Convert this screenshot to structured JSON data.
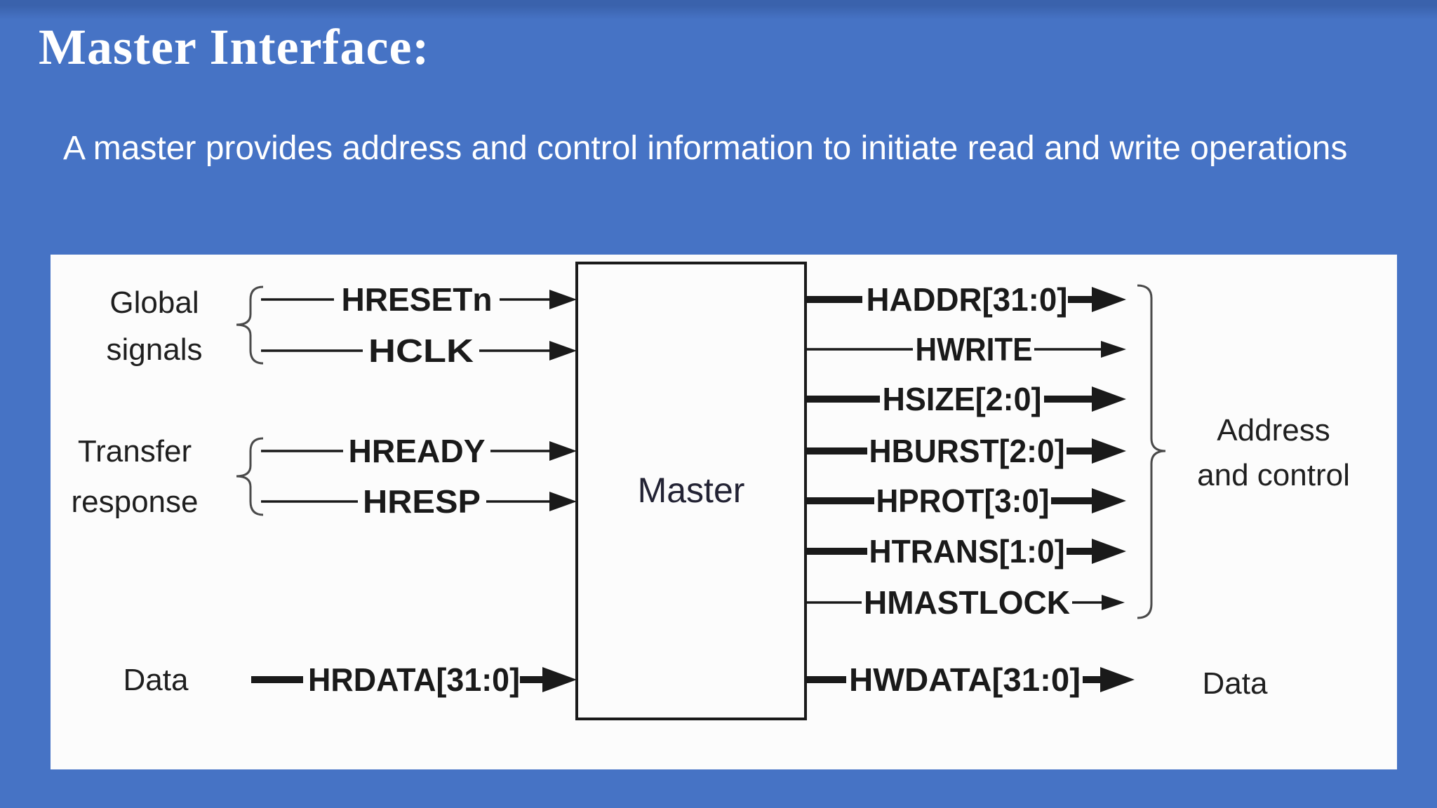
{
  "slide": {
    "title": "Master Interface:",
    "body": "A master provides address and control information to initiate read and write operations"
  },
  "diagram": {
    "box_label": "Master",
    "group_labels": {
      "global_line1": "Global",
      "global_line2": "signals",
      "transfer_line1": "Transfer",
      "transfer_line2": "response",
      "data_left": "Data",
      "address_line1": "Address",
      "address_line2": "and control",
      "data_right": "Data"
    },
    "left_signals": [
      {
        "name": "HRESETn",
        "bus": false
      },
      {
        "name": "HCLK",
        "bus": false
      },
      {
        "name": "HREADY",
        "bus": false
      },
      {
        "name": "HRESP",
        "bus": false
      },
      {
        "name": "HRDATA[31:0]",
        "bus": true
      }
    ],
    "right_signals": [
      {
        "name": "HADDR[31:0]",
        "bus": true
      },
      {
        "name": "HWRITE",
        "bus": false
      },
      {
        "name": "HSIZE[2:0]",
        "bus": true
      },
      {
        "name": "HBURST[2:0]",
        "bus": true
      },
      {
        "name": "HPROT[3:0]",
        "bus": true
      },
      {
        "name": "HTRANS[1:0]",
        "bus": true
      },
      {
        "name": "HMASTLOCK",
        "bus": false
      },
      {
        "name": "HWDATA[31:0]",
        "bus": true
      }
    ],
    "colors": {
      "background": "#4673c5",
      "panel": "#fcfcfc",
      "ink": "#1a1a1a",
      "title_text": "#ffffff"
    }
  }
}
